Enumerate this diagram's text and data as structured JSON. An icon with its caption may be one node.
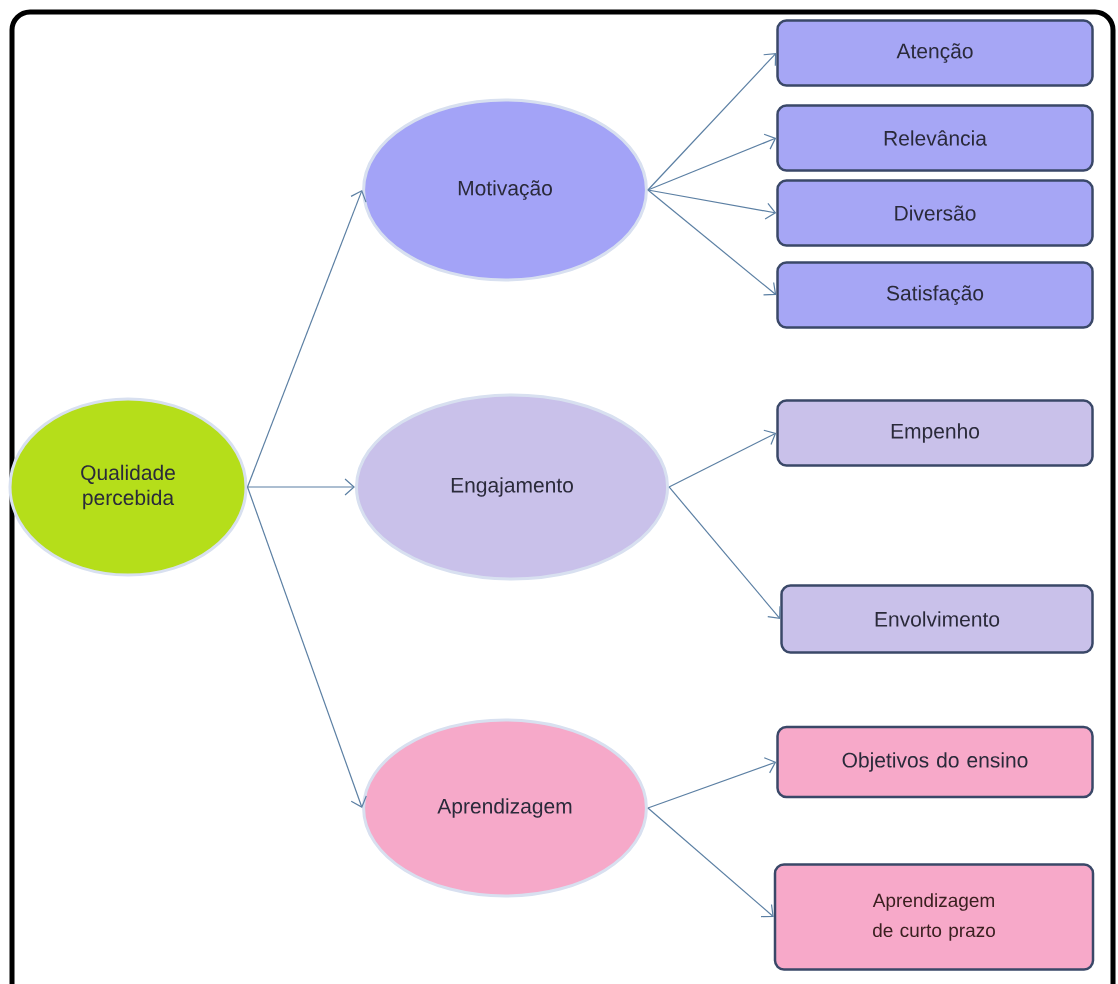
{
  "diagram": {
    "nodes": [
      {
        "text": [
          "Qualidade percebida"
        ]
      },
      {
        "text": [
          "Motivação"
        ]
      },
      {
        "text": [
          "Atenção"
        ]
      },
      {
        "text": [
          "Relevância"
        ]
      },
      {
        "text": [
          "Diversão"
        ]
      },
      {
        "text": [
          "Satisfação"
        ]
      },
      {
        "text": [
          "Engajamento"
        ]
      },
      {
        "text": [
          "Empenho"
        ]
      },
      {
        "text": [
          "Envolvimento"
        ]
      },
      {
        "text": [
          "Aprendizagem"
        ]
      },
      {
        "text": [
          "Objetivos do ensino"
        ]
      },
      {
        "text": [
          "Aprendizagem de curto prazo"
        ]
      }
    ],
    "edges": [
      {
        "from": 0,
        "to": 1,
        "arrow": "to"
      },
      {
        "from": 0,
        "to": 6,
        "arrow": "to"
      },
      {
        "from": 0,
        "to": 9,
        "arrow": "to"
      },
      {
        "from": 1,
        "to": 2,
        "arrow": "to"
      },
      {
        "from": 1,
        "to": 3,
        "arrow": "to"
      },
      {
        "from": 1,
        "to": 4,
        "arrow": "to"
      },
      {
        "from": 1,
        "to": 5,
        "arrow": "to"
      },
      {
        "from": 6,
        "to": 7,
        "arrow": "to"
      },
      {
        "from": 6,
        "to": 8,
        "arrow": "to"
      },
      {
        "from": 9,
        "to": 10,
        "arrow": "to"
      },
      {
        "from": 9,
        "to": 11,
        "arrow": "to"
      }
    ]
  }
}
